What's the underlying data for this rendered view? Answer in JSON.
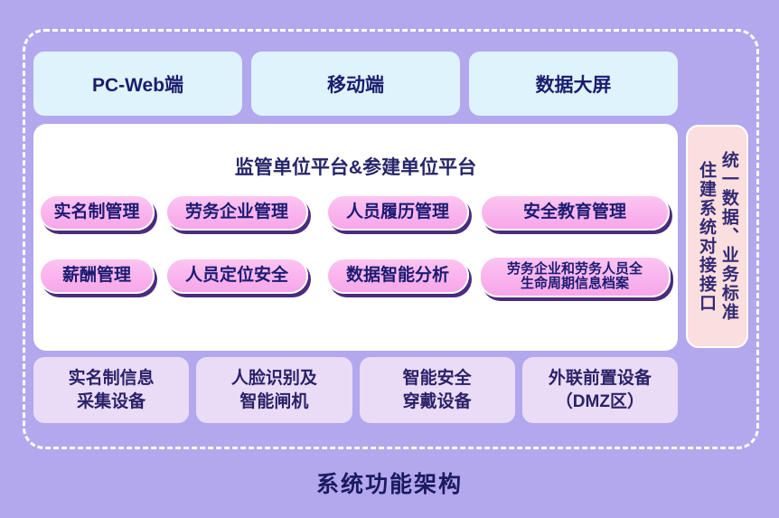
{
  "page": {
    "caption": "系统功能架构"
  },
  "colors": {
    "background": "#b3a7ee",
    "frame_border": "#ffffff",
    "channel_bg": "#def3fb",
    "platform_bg": "#ffffff",
    "pill_bg": "#f8abe9",
    "pill_shadow": "#4b2b7e",
    "interface_bar_bg": "#fbdede",
    "device_bg": "#eadcf7",
    "text_dark": "#1b1b72"
  },
  "top_channels": [
    {
      "label": "PC-Web端"
    },
    {
      "label": "移动端"
    },
    {
      "label": "数据大屏"
    }
  ],
  "platform": {
    "title": "监管单位平台&参建单位平台",
    "modules_row1": [
      {
        "label": "实名制管理"
      },
      {
        "label": "劳务企业管理"
      },
      {
        "label": "人员履历管理"
      },
      {
        "label": "安全教育管理"
      }
    ],
    "modules_row2": [
      {
        "label": "薪酬管理"
      },
      {
        "label": "人员定位安全"
      },
      {
        "label": "数据智能分析"
      },
      {
        "label": "劳务企业和劳务人员全",
        "label2": "生命周期信息档案"
      }
    ]
  },
  "interface_bar": {
    "left_column": "住建系统对接接口",
    "right_column": "统一数据、业务标准"
  },
  "devices": [
    {
      "line1": "实名制信息",
      "line2": "采集设备"
    },
    {
      "line1": "人脸识别及",
      "line2": "智能闸机"
    },
    {
      "line1": "智能安全",
      "line2": "穿戴设备"
    },
    {
      "line1": "外联前置设备",
      "line2": "（DMZ区）"
    }
  ]
}
